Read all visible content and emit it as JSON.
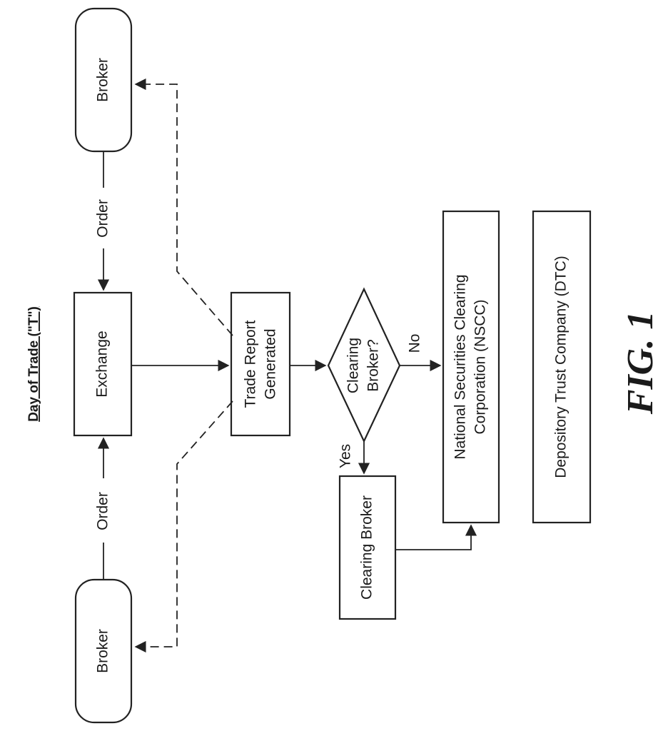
{
  "diagram": {
    "header": "Day of Trade (\"T\")",
    "figure_label": "FIG. 1",
    "nodes": {
      "broker_top": "Broker",
      "broker_bottom": "Broker",
      "exchange": "Exchange",
      "trade_report_line1": "Trade Report",
      "trade_report_line2": "Generated",
      "decision_line1": "Clearing",
      "decision_line2": "Broker?",
      "clearing_broker": "Clearing Broker",
      "nscc_line1": "National Securities Clearing",
      "nscc_line2": "Corporation (NSCC)",
      "dtc": "Depository Trust Company (DTC)"
    },
    "edges": {
      "order_top": "Order",
      "order_bottom": "Order",
      "no": "No",
      "yes": "Yes"
    }
  }
}
